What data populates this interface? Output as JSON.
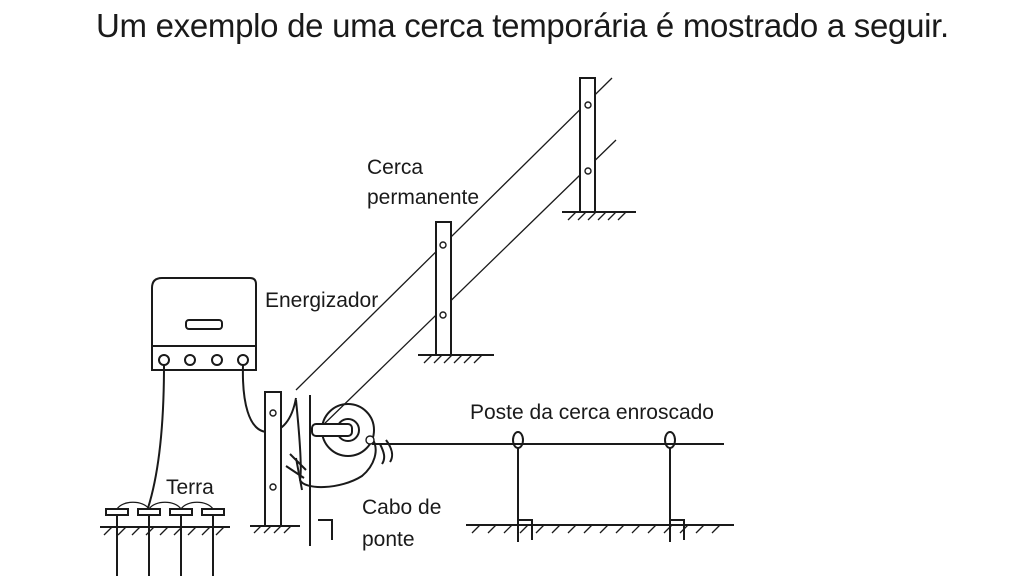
{
  "heading": "Um exemplo de uma cerca temporária é mostrado a seguir.",
  "labels": {
    "cerca_permanente_1": "Cerca",
    "cerca_permanente_2": "permanente",
    "energizador": "Energizador",
    "poste_enroscado": "Poste da cerca enroscado",
    "terra": "Terra",
    "cabo_ponte_1": "Cabo de",
    "cabo_ponte_2": "ponte"
  }
}
